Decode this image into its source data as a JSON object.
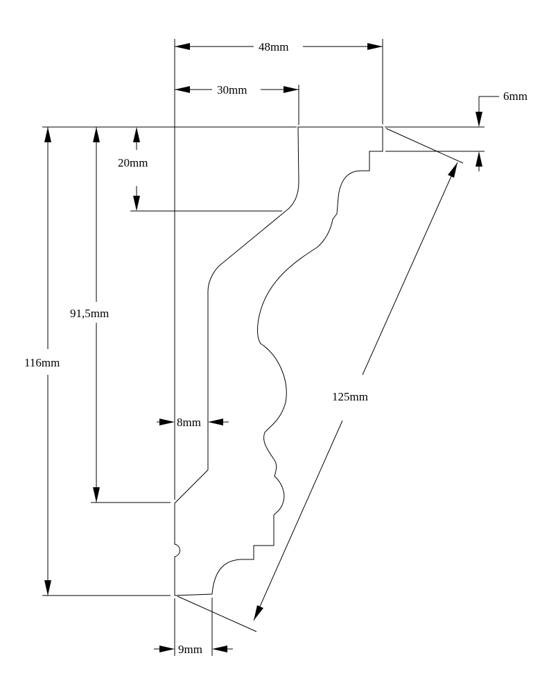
{
  "drawing": {
    "subject": "crown-moulding-profile",
    "dimensions": {
      "width_total": "48mm",
      "width_top_flat": "30mm",
      "top_lip": "6mm",
      "top_flat_depth": "20mm",
      "inner_height": "91,5mm",
      "total_height": "116mm",
      "diagonal": "125mm",
      "wall_thickness": "8mm",
      "bottom_width": "9mm"
    }
  }
}
